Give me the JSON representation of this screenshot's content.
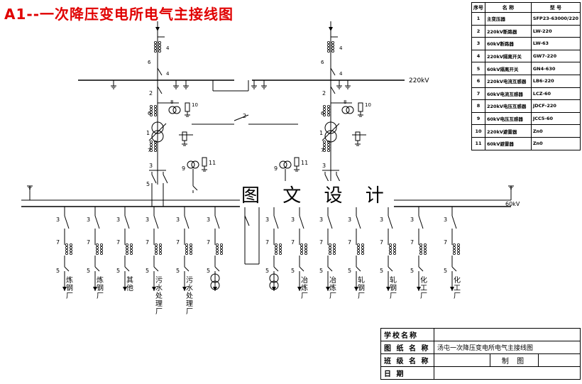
{
  "title": "A1--一次降压变电所电气主接线图",
  "watermark": "图 文 设 计",
  "voltage_labels": {
    "hv_bus": "220kV",
    "lv_bus": "60kV"
  },
  "numbers": {
    "main_transformer": "1",
    "hv_breaker": "2",
    "lv_breaker": "3",
    "hv_disconnect": "4",
    "lv_disconnect": "5",
    "hv_ct": "6",
    "lv_ct": "7",
    "hv_vt": "8",
    "lv_vt": "9",
    "hv_arrester": "10",
    "lv_arrester": "11"
  },
  "parts_table": {
    "headers": [
      "序号",
      "名 称",
      "型 号"
    ],
    "rows": [
      [
        "1",
        "主变压器",
        "SFP23-63000/220"
      ],
      [
        "2",
        "220kV断路器",
        "LW-220"
      ],
      [
        "3",
        "60kV断路器",
        "LW-63"
      ],
      [
        "4",
        "220kV隔离开关",
        "GW7-220"
      ],
      [
        "5",
        "60kV隔离开关",
        "GN4-630"
      ],
      [
        "6",
        "220kV电流互感器",
        "LB6-220"
      ],
      [
        "7",
        "60kV电流互感器",
        "LCZ-60"
      ],
      [
        "8",
        "220kV电压互感器",
        "JDCF-220"
      ],
      [
        "9",
        "60kV电压互感器",
        "JCC5-60"
      ],
      [
        "10",
        "220kV避雷器",
        "Zn0"
      ],
      [
        "11",
        "60kV避雷器",
        "Zn0"
      ]
    ]
  },
  "feeders": [
    "炼钢厂",
    "炼钢厂",
    "其他",
    "污水处理厂",
    "污水处理厂",
    "",
    "",
    "冶炼厂",
    "冶炼厂",
    "轧钢厂",
    "轧钢厂",
    "化工厂",
    "化工厂"
  ],
  "title_block": {
    "school_label": "学校名称",
    "drawing_label": "图 纸 名 称",
    "drawing_name": "汤屯一次降压变电所电气主接线图",
    "class_label": "班 级 名 称",
    "drafter_label": "制 图",
    "date_label": "日 期"
  }
}
